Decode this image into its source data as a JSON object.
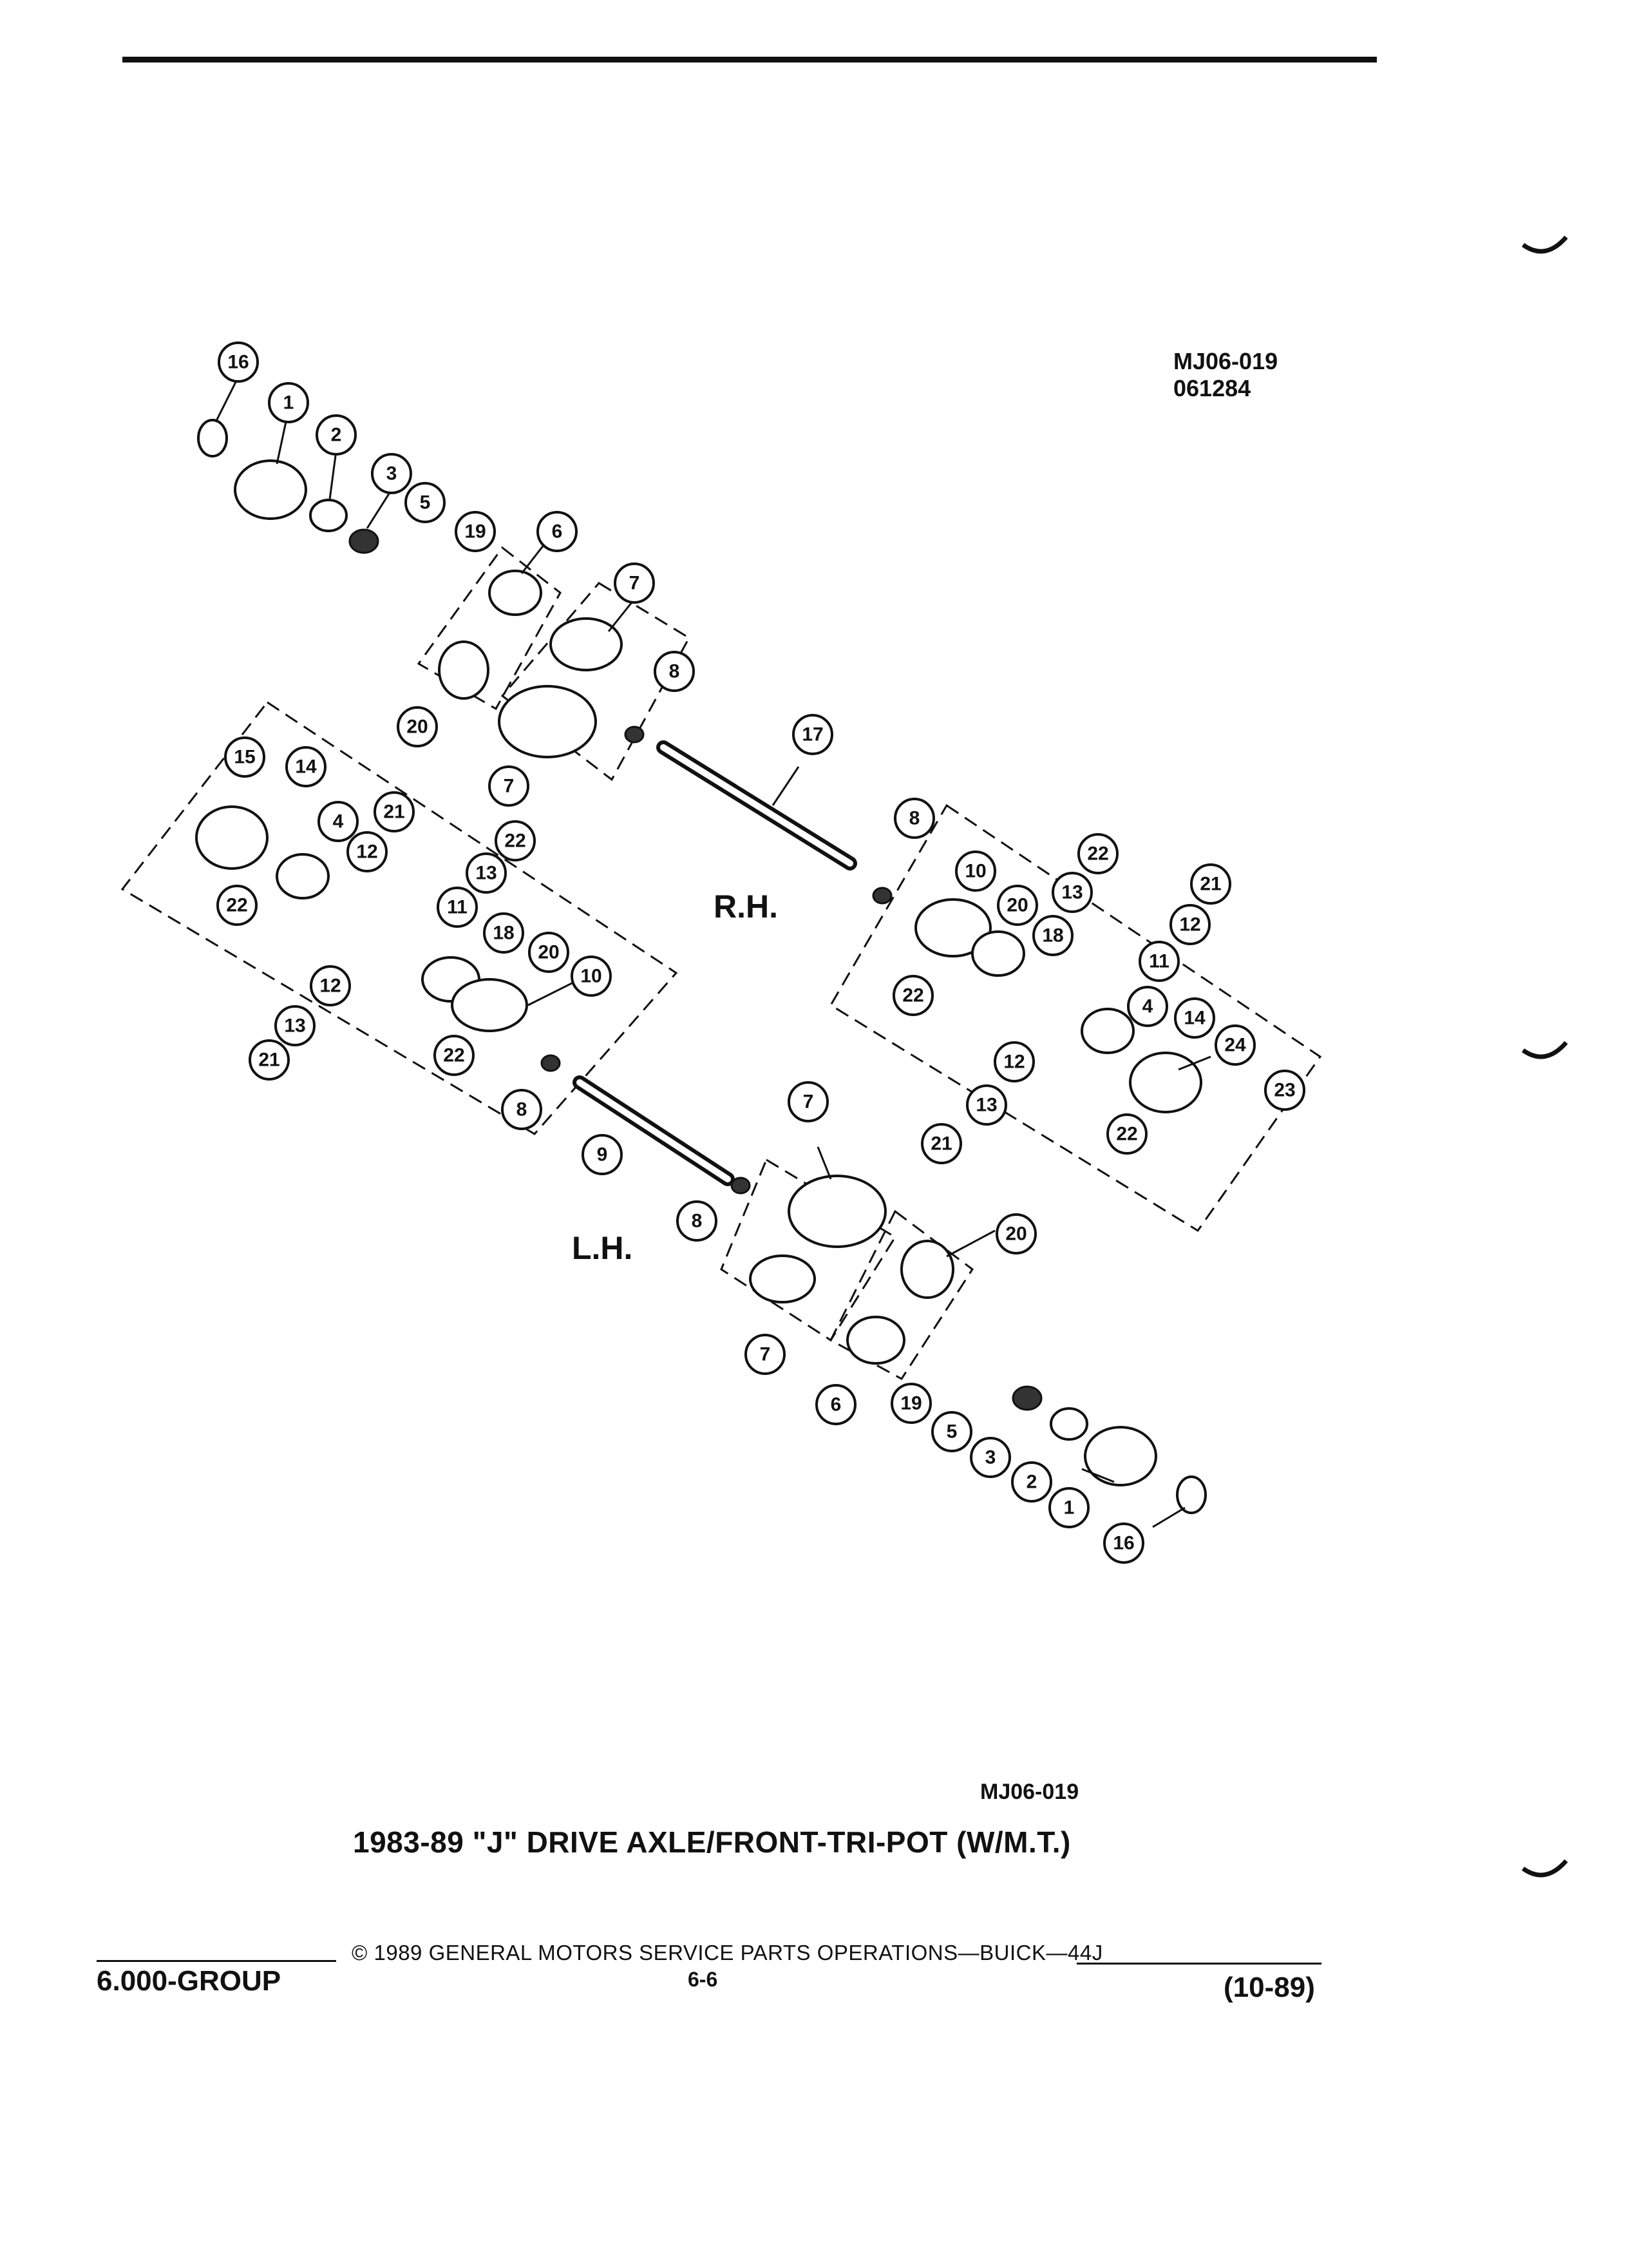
{
  "header": {
    "drawing_code": "MJ06-019",
    "drawing_date_code": "061284"
  },
  "labels": {
    "right_hand": "R.H.",
    "left_hand": "L.H."
  },
  "figure": {
    "code": "MJ06-019",
    "caption": "1983-89 \"J\" DRIVE AXLE/FRONT-TRI-POT (W/M.T.)"
  },
  "footer": {
    "group": "6.000-GROUP",
    "copyright": "© 1989  GENERAL MOTORS SERVICE PARTS OPERATIONS—BUICK—44J",
    "page": "6-6",
    "revision": "(10-89)"
  },
  "callouts": {
    "rh_upper": [
      "16",
      "1",
      "2",
      "3",
      "5",
      "19",
      "6",
      "7",
      "20",
      "7",
      "8",
      "17"
    ],
    "lh_inner": [
      "15",
      "14",
      "4",
      "21",
      "12",
      "22",
      "13",
      "11",
      "22",
      "18",
      "20",
      "10",
      "12",
      "13",
      "21",
      "22",
      "8",
      "9"
    ],
    "rh_inner": [
      "8",
      "10",
      "20",
      "13",
      "22",
      "21",
      "12",
      "18",
      "11",
      "22",
      "4",
      "14",
      "12",
      "24",
      "13",
      "21",
      "22",
      "23"
    ],
    "lh_lower": [
      "7",
      "8",
      "20",
      "7",
      "6",
      "19",
      "5",
      "3",
      "2",
      "1",
      "16"
    ]
  }
}
